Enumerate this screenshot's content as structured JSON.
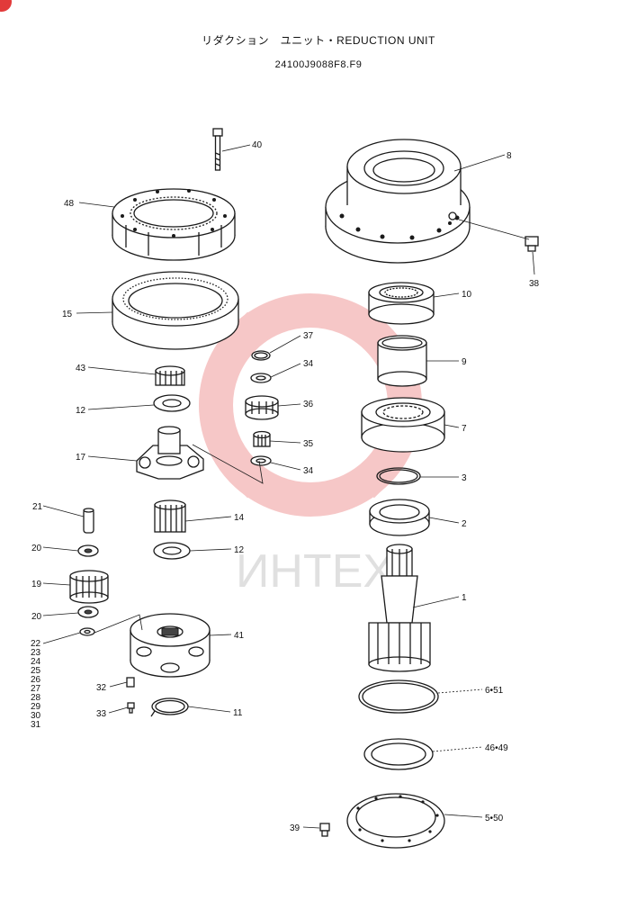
{
  "header": {
    "title": "リダクション　ユニット・REDUCTION UNIT",
    "part_number": "24100J9088F8.F9"
  },
  "watermark": {
    "text": "ИНТЕХ",
    "color": "#e23a3a"
  },
  "parts": {
    "p40": "40",
    "p48": "48",
    "p8": "8",
    "p38": "38",
    "p15": "15",
    "p10": "10",
    "p37": "37",
    "p34a": "34",
    "p43": "43",
    "p9": "9",
    "p12a": "12",
    "p36": "36",
    "p7": "7",
    "p17": "17",
    "p35": "35",
    "p34b": "34",
    "p3": "3",
    "p21": "21",
    "p14": "14",
    "p2": "2",
    "p20a": "20",
    "p12b": "12",
    "p19": "19",
    "p1": "1",
    "p20b": "20",
    "p41": "41",
    "p22": "22",
    "p23": "23",
    "p24": "24",
    "p25": "25",
    "p26": "26",
    "p27": "27",
    "p28": "28",
    "p29": "29",
    "p30": "30",
    "p31": "31",
    "p32": "32",
    "p651": "6•51",
    "p33": "33",
    "p11": "11",
    "p4649": "46•49",
    "p39": "39",
    "p550": "5•50"
  }
}
